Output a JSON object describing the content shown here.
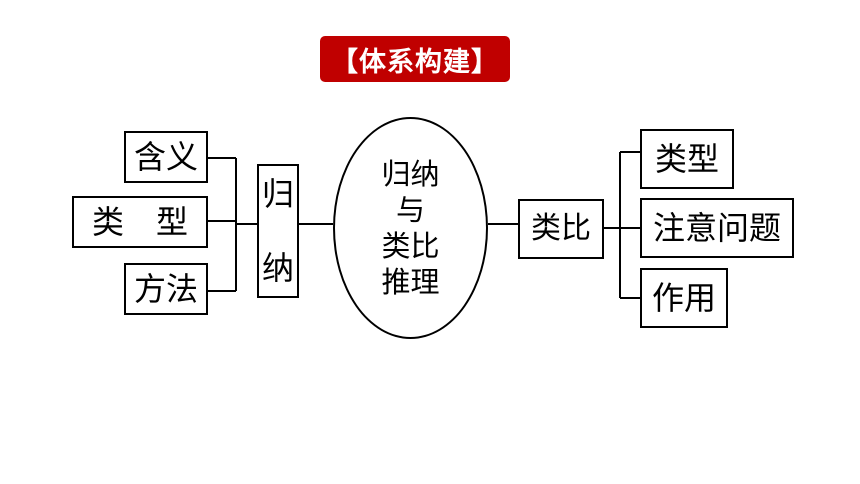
{
  "header": {
    "title": "【体系构建】"
  },
  "diagram": {
    "left": {
      "items": [
        "含义",
        "类　型",
        "方法"
      ],
      "hub_chars": [
        "归",
        "纳"
      ]
    },
    "center": {
      "lines": [
        "归纳",
        "与",
        "类比",
        "推理"
      ]
    },
    "right": {
      "hub": "类比",
      "items": [
        "类型",
        "注意问题",
        "作用"
      ]
    }
  },
  "colors": {
    "banner": "#c00000",
    "line": "#000000"
  }
}
